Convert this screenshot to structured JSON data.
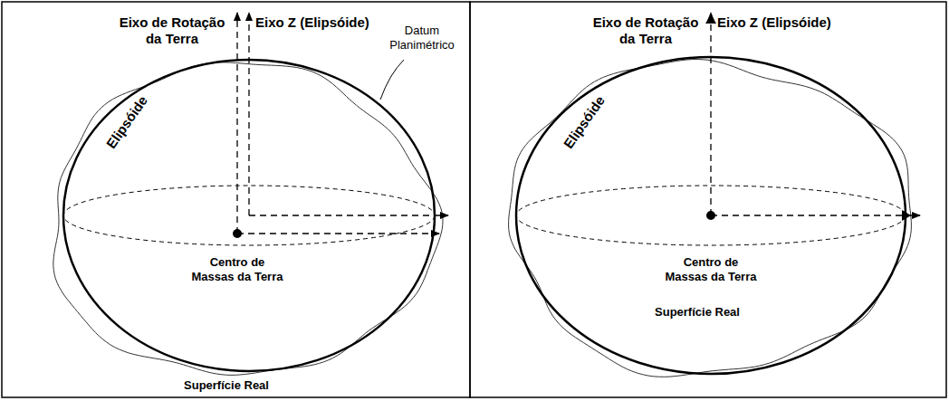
{
  "diagram": {
    "labels": [
      "Eixo de Rotação da Terra",
      "Eixo Z (Elipsóide)",
      "Datum Planimétrico",
      "Elipsóide",
      "Centro de Massas da Terra",
      "Superfície Real",
      "Eixo de Rotação da Terra",
      "Eixo Z (Elipsóide)",
      "Elipsóide",
      "Centro de Massas da Terra",
      "Superfície Real"
    ]
  }
}
